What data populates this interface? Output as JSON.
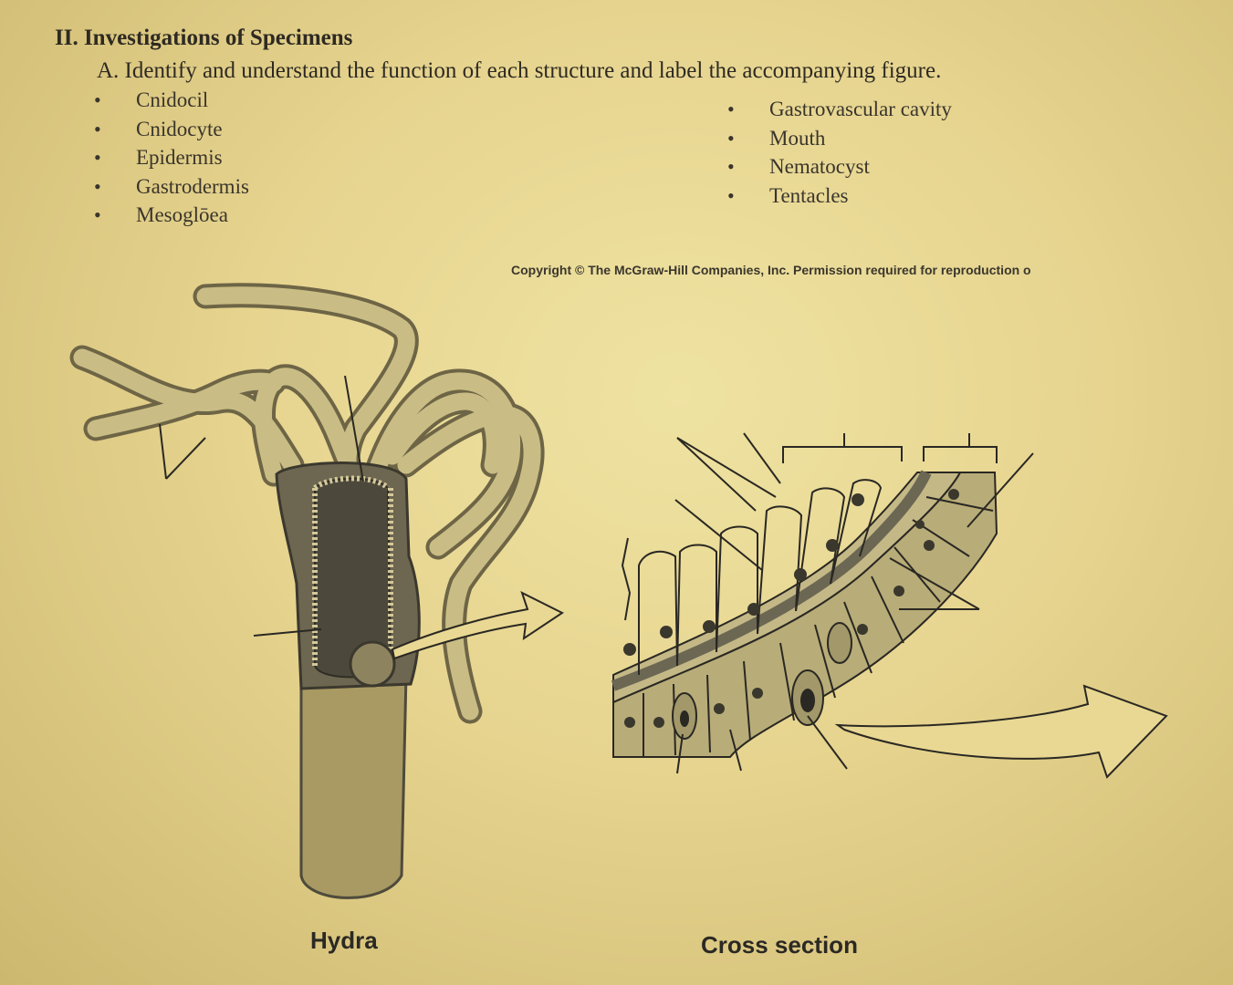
{
  "section": {
    "heading": "II. Investigations of Specimens",
    "instruction": "A. Identify and understand the function of each structure and label the accompanying figure.",
    "terms_left": [
      "Cnidocil",
      "Cnidocyte",
      "Epidermis",
      "Gastrodermis",
      "Mesoglōea"
    ],
    "terms_right": [
      "Gastrovascular cavity",
      "Mouth",
      "Nematocyst",
      "Tentacles"
    ]
  },
  "figure": {
    "copyright": "Copyright © The McGraw-Hill Companies, Inc. Permission required for reproduction o",
    "caption_left": "Hydra",
    "caption_right": "Cross section"
  },
  "colors": {
    "paper": "#e9d893",
    "body_tissue": "#a89a62",
    "dark_tissue": "#4e4a3c",
    "mesoglea": "#6b6753",
    "cell_fill": "#b8ac78",
    "nucleus": "#3a372d"
  }
}
